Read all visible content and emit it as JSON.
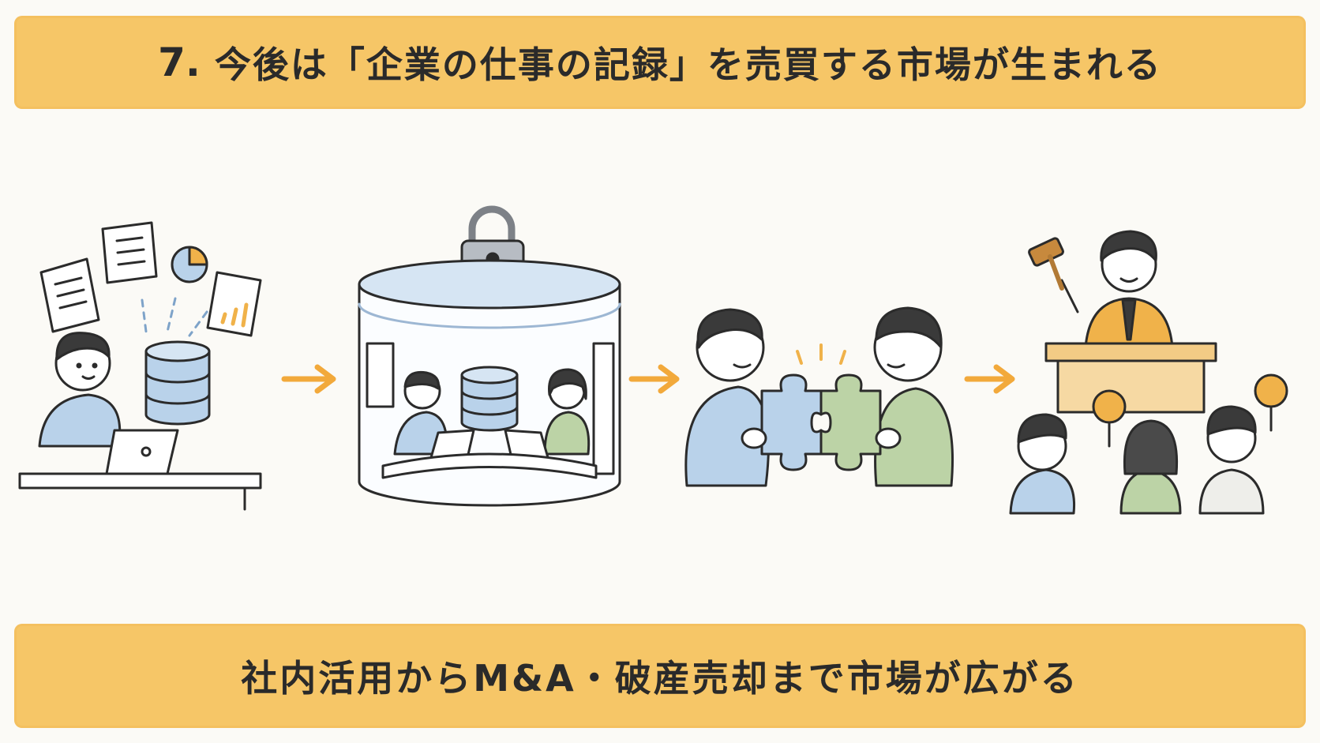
{
  "header": {
    "number": "7.",
    "title": "今後は「企業の仕事の記録」を売買する市場が生まれる"
  },
  "footer": {
    "subtitle": "社内活用からM&A・破産売却まで市場が広がる"
  },
  "colors": {
    "banner": "#f6c667",
    "arrow": "#f2a93b",
    "blue": "#b9d2ea",
    "green": "#bcd3a6",
    "orange": "#f0b24a",
    "ink": "#2b2b2b"
  },
  "steps": [
    {
      "id": "internal-use",
      "icons": [
        "document-icon",
        "pie-chart-icon",
        "bar-chart-icon",
        "database-icon",
        "laptop-icon"
      ]
    },
    {
      "id": "secured-vault",
      "icons": [
        "padlock-icon",
        "database-icon",
        "laptop-icon"
      ]
    },
    {
      "id": "ma-merger",
      "icons": [
        "puzzle-piece-icon"
      ]
    },
    {
      "id": "auction-sale",
      "icons": [
        "gavel-icon",
        "bidding-paddle-icon"
      ]
    }
  ]
}
